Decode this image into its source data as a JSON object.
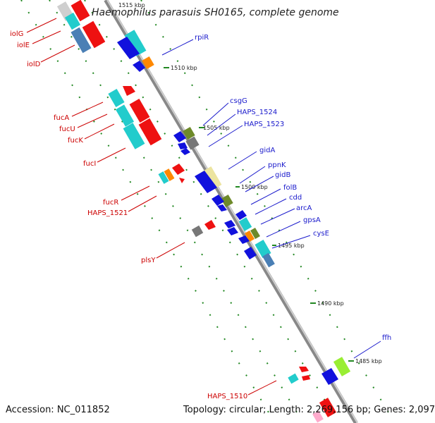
{
  "header": {
    "title": "Haemophilus parasuis SH0165, complete genome"
  },
  "footer": {
    "accession": "Accession: NC_011852",
    "summary": "Topology: circular; Length: 2,269,156 bp; Genes: 2,097"
  },
  "scale_labels": [
    "1515 kbp",
    "1510 kbp",
    "1505 kbp",
    "1500 kbp",
    "1495 kbp",
    "1490 kbp",
    "1485 kbp"
  ],
  "genes_left": [
    "iolG",
    "iolE",
    "iolD",
    "fucA",
    "fucU",
    "fucK",
    "fucI",
    "fucR",
    "HAPS_1521",
    "plsY",
    "HAPS_1510"
  ],
  "genes_right": [
    "rpiR",
    "csgG",
    "HAPS_1524",
    "HAPS_1523",
    "gidA",
    "ppnK",
    "gidB",
    "folB",
    "cdd",
    "arcA",
    "gpsA",
    "cysE",
    "ffh"
  ],
  "colors": {
    "red": "#ee1111",
    "blue": "#1111dd",
    "cyan": "#22cccc",
    "steel": "#4a7fb5",
    "orange": "#ff8800",
    "olive": "#6e8a2a",
    "gray": "#777777",
    "khaki": "#ece4a0",
    "lime": "#99ee33",
    "backbone": "#888888",
    "dots": "#228822"
  }
}
